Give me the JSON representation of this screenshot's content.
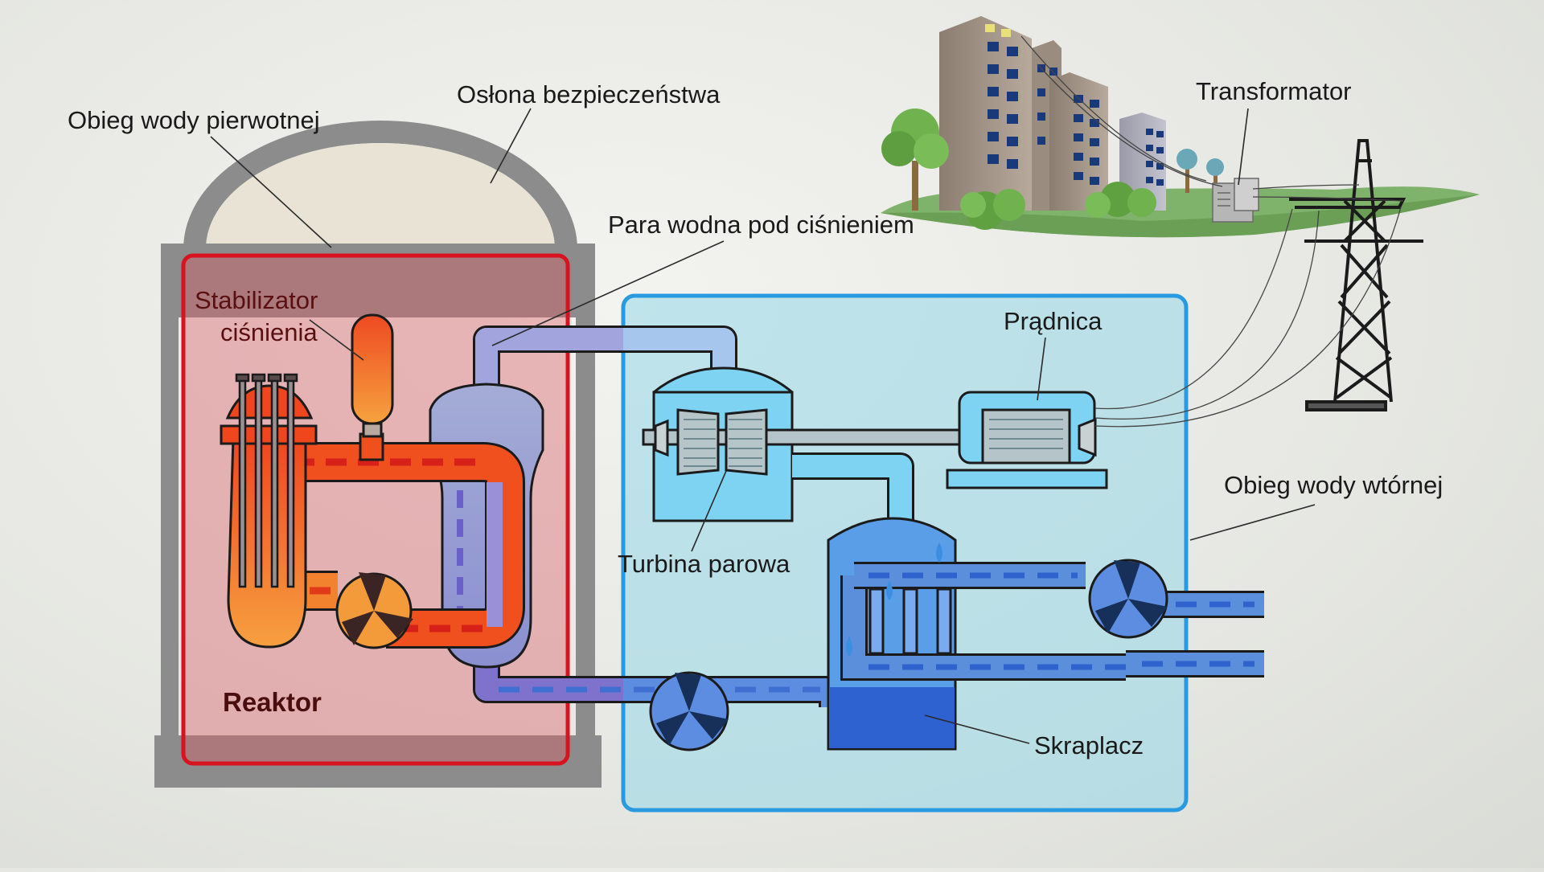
{
  "labels": {
    "primary_loop": "Obieg wody pierwotnej",
    "containment": "Osłona bezpieczeństwa",
    "steam": "Para wodna pod ciśnieniem",
    "pressurizer_line1": "Stabilizator",
    "pressurizer_line2": "ciśnienia",
    "generator": "Prądnica",
    "transformer": "Transformator",
    "secondary_loop": "Obieg wody wtórnej",
    "turbine": "Turbina parowa",
    "reactor": "Reaktor",
    "condenser": "Skraplacz"
  },
  "colors": {
    "primary_box": "#d8121f",
    "secondary_box": "#2a9ae0",
    "hot_water": "#f04a1e",
    "steam_pipe": "#9aa8d8",
    "cold_water": "#3a7fd8",
    "containment": "#8c8c8c"
  }
}
